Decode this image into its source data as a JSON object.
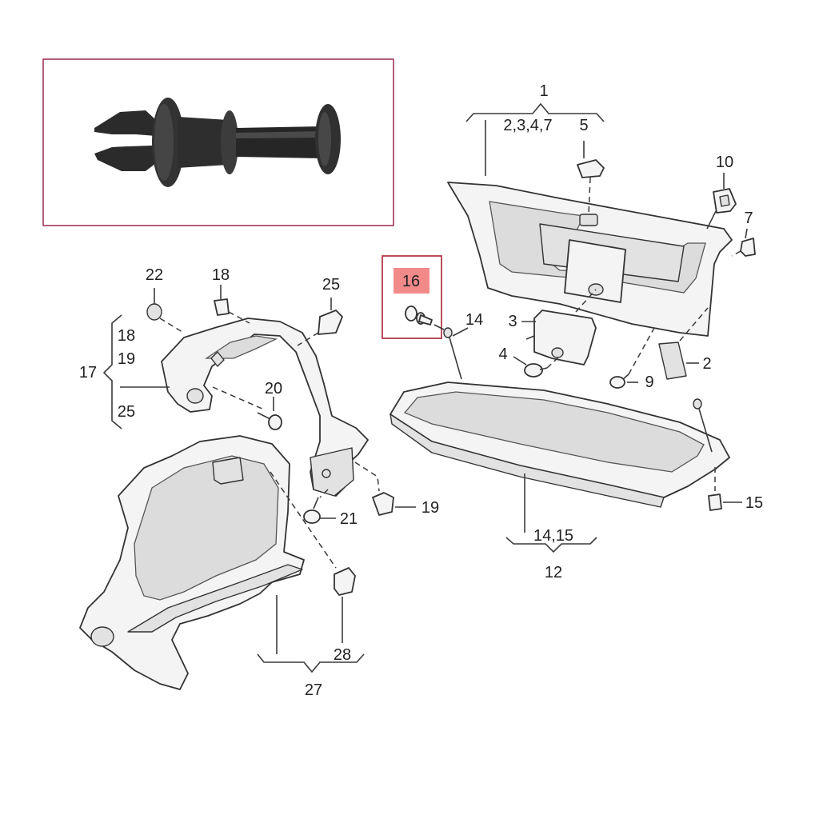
{
  "colors": {
    "inset_border": "#a0365a",
    "highlight_border": "#b23a48",
    "highlight_fill": "#f28a8a",
    "line": "#3a3a3a",
    "clip_dark": "#2b2b2b"
  },
  "inset": {
    "icon": "push-rivet-clip-photo"
  },
  "callouts": [
    {
      "id": "c1",
      "text": "1"
    },
    {
      "id": "c1sub",
      "text": "2,3,4,7"
    },
    {
      "id": "c5",
      "text": "5"
    },
    {
      "id": "c10",
      "text": "10"
    },
    {
      "id": "c7",
      "text": "7"
    },
    {
      "id": "c16",
      "text": "16"
    },
    {
      "id": "c14a",
      "text": "14"
    },
    {
      "id": "c3",
      "text": "3"
    },
    {
      "id": "c4",
      "text": "4"
    },
    {
      "id": "c9",
      "text": "9"
    },
    {
      "id": "c2",
      "text": "2"
    },
    {
      "id": "c22",
      "text": "22"
    },
    {
      "id": "c18a",
      "text": "18"
    },
    {
      "id": "c25a",
      "text": "25"
    },
    {
      "id": "c18b",
      "text": "18"
    },
    {
      "id": "c19a",
      "text": "19"
    },
    {
      "id": "c17",
      "text": "17"
    },
    {
      "id": "c25b",
      "text": "25"
    },
    {
      "id": "c20",
      "text": "20"
    },
    {
      "id": "c21",
      "text": "21"
    },
    {
      "id": "c19b",
      "text": "19"
    },
    {
      "id": "c15a",
      "text": "15"
    },
    {
      "id": "c1415",
      "text": "14,15"
    },
    {
      "id": "c12",
      "text": "12"
    },
    {
      "id": "c28",
      "text": "28"
    },
    {
      "id": "c27",
      "text": "27"
    }
  ]
}
